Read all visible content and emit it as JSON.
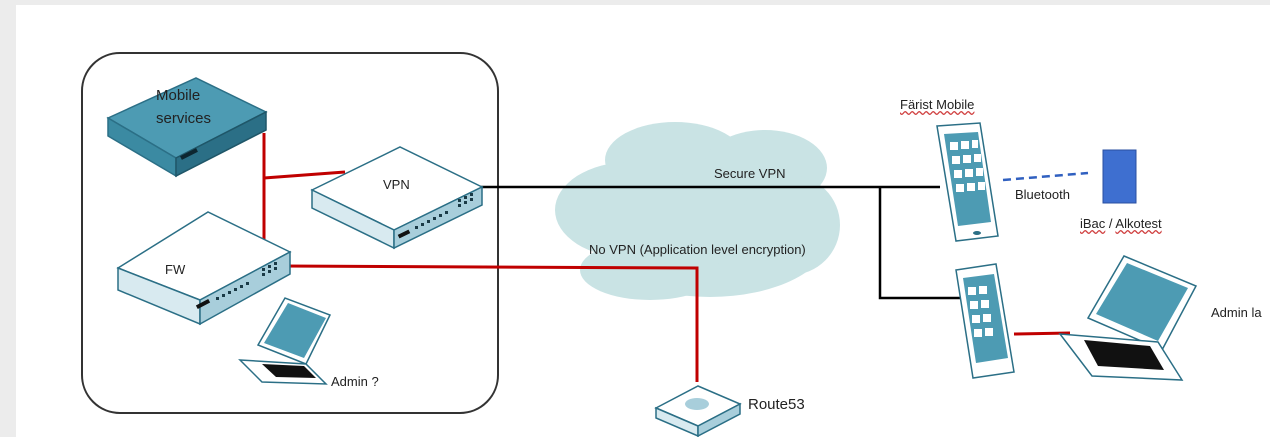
{
  "labels": {
    "mobile_services_1": "Mobile",
    "mobile_services_2": "services",
    "vpn": "VPN",
    "fw": "FW",
    "admin_q": "Admin ?",
    "secure_vpn": "Secure VPN",
    "no_vpn": "No VPN (Application level encryption)",
    "farist_mobile": "Färist Mobile",
    "bluetooth": "Bluetooth",
    "ibac_1": "iBac",
    "ibac_sep": " / ",
    "ibac_2": "Alkotest",
    "admin_la": "Admin la",
    "route53": "Route53"
  },
  "colors": {
    "cloud": "#c9e3e4",
    "device_top": "#4d9bb3",
    "device_side": "#2b6f86",
    "switch_top": "#ffffff",
    "switch_side": "#a8cedb",
    "red_line": "#c00000",
    "black_line": "#000000",
    "dashed_line": "#3060c0",
    "ibac": "#3e6fd0",
    "tablet_screen": "#4d9bb3"
  }
}
